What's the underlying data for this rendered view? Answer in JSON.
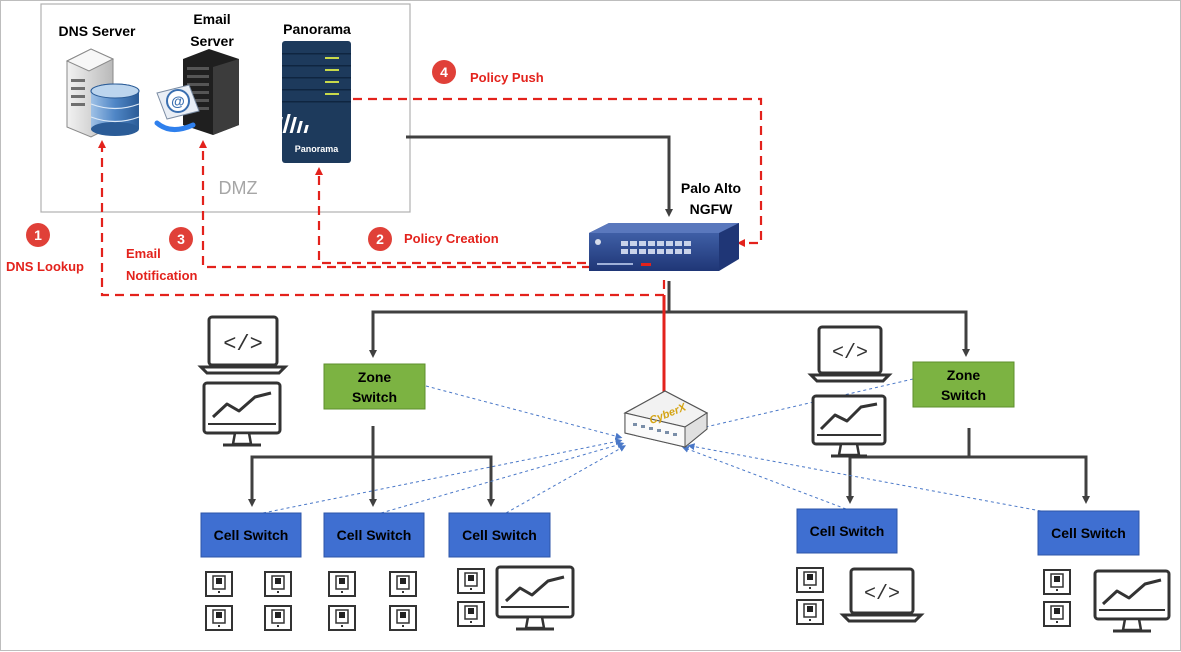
{
  "colors": {
    "alert_red": "#e3221c",
    "badge_red": "#e04038",
    "zone_green": "#7cb342",
    "zone_green_border": "#5e8f2c",
    "cell_blue": "#3f6fd1",
    "cell_blue_border": "#2d55a8",
    "dmz_border": "#b0b0b0",
    "dmz_label": "#a6a6a6",
    "connector_dark": "#404040",
    "dotted_blue": "#4a78c8",
    "panorama_navy": "#1d3a5c",
    "panorama_accent": "#c8d94a"
  },
  "dmz": {
    "label": "DMZ",
    "dns_server_label": "DNS Server",
    "email_server_label_line1": "Email",
    "email_server_label_line2": "Server",
    "panorama_label": "Panorama",
    "panorama_device_text": "Panorama"
  },
  "firewall": {
    "label_line1": "Palo Alto",
    "label_line2": "NGFW"
  },
  "sensor": {
    "brand": "CyberX"
  },
  "steps": [
    {
      "number": "1",
      "label": "DNS Lookup"
    },
    {
      "number": "2",
      "label": "Policy Creation"
    },
    {
      "number": "3",
      "label_line1": "Email",
      "label_line2": "Notification"
    },
    {
      "number": "4",
      "label": "Policy Push"
    }
  ],
  "zone_switches": [
    {
      "label_line1": "Zone",
      "label_line2": "Switch"
    },
    {
      "label_line1": "Zone",
      "label_line2": "Switch"
    }
  ],
  "cell_switches": [
    {
      "label": "Cell Switch"
    },
    {
      "label": "Cell Switch"
    },
    {
      "label": "Cell Switch"
    },
    {
      "label": "Cell Switch"
    },
    {
      "label": "Cell Switch"
    }
  ],
  "icons": {
    "code_glyph": "</>",
    "plc_device": "plc-icon",
    "hmi_monitor": "trend-monitor-icon",
    "engineering_laptop": "code-laptop-icon"
  }
}
